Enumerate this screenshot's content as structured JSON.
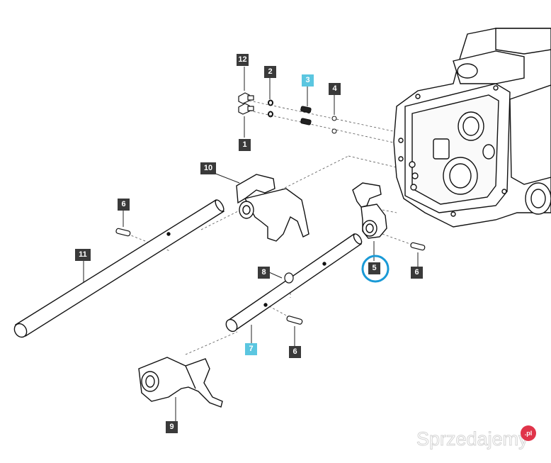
{
  "callouts": {
    "c12": "12",
    "c1": "1",
    "c2": "2",
    "c3": "3",
    "c4": "4",
    "c10": "10",
    "c6a": "6",
    "c11": "11",
    "c8": "8",
    "c5": "5",
    "c6b": "6",
    "c7": "7",
    "c6c": "6",
    "c9": "9"
  },
  "watermark": {
    "text": "Sprzedajemy",
    "badge": ".pl"
  },
  "colors": {
    "callout_dark": "#3a3a3a",
    "callout_highlight": "#5bc6e0",
    "circle_highlight": "#1a9ad6",
    "line": "#222222"
  }
}
